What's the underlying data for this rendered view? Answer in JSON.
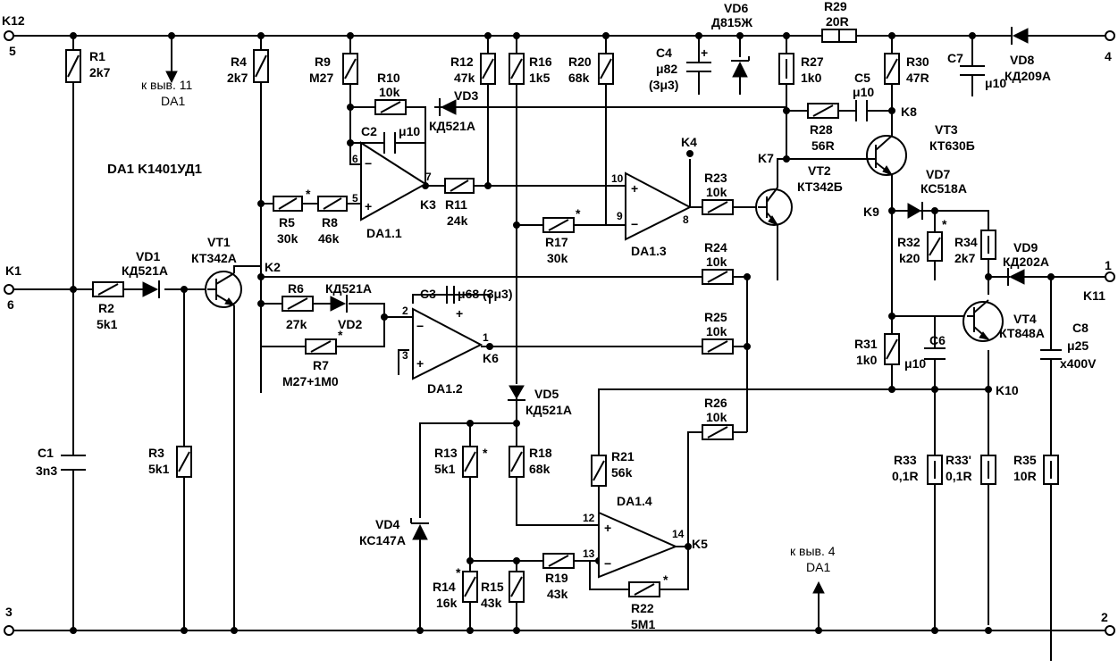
{
  "terminals": {
    "t5": {
      "name": "K12",
      "num": "5"
    },
    "t6": {
      "name": "K1",
      "num": "6"
    },
    "t3": {
      "name": "",
      "num": "3"
    },
    "t4": {
      "name": "",
      "num": "4"
    },
    "t1": {
      "name": "K11",
      "num": "1"
    },
    "t2": {
      "name": "",
      "num": "2"
    }
  },
  "notes": {
    "pin11_a": "к выв. 11",
    "pin11_b": "DA1",
    "pin4_a": "к выв. 4",
    "pin4_b": "DA1",
    "ic": "DA1  K1401УД1"
  },
  "resistors": {
    "R1": {
      "ref": "R1",
      "val": "2k7"
    },
    "R2": {
      "ref": "R2",
      "val": "5k1"
    },
    "R3": {
      "ref": "R3",
      "val": "5k1"
    },
    "R4": {
      "ref": "R4",
      "val": "2k7"
    },
    "R5": {
      "ref": "R5",
      "val": "30k"
    },
    "R6": {
      "ref": "R6",
      "val": "27k"
    },
    "R7": {
      "ref": "R7",
      "val": "M27+1M0"
    },
    "R8": {
      "ref": "R8",
      "val": "46k"
    },
    "R9": {
      "ref": "R9",
      "val": "M27"
    },
    "R10": {
      "ref": "R10",
      "val": "10k"
    },
    "R11": {
      "ref": "R11",
      "val": "24k"
    },
    "R12": {
      "ref": "R12",
      "val": "47k"
    },
    "R13": {
      "ref": "R13",
      "val": "5k1"
    },
    "R14": {
      "ref": "R14",
      "val": "16k"
    },
    "R15": {
      "ref": "R15",
      "val": "43k"
    },
    "R16": {
      "ref": "R16",
      "val": "1k5"
    },
    "R17": {
      "ref": "R17",
      "val": "30k"
    },
    "R18": {
      "ref": "R18",
      "val": "68k"
    },
    "R19": {
      "ref": "R19",
      "val": "43k"
    },
    "R20": {
      "ref": "R20",
      "val": "68k"
    },
    "R21": {
      "ref": "R21",
      "val": "56k"
    },
    "R22": {
      "ref": "R22",
      "val": "5M1"
    },
    "R23": {
      "ref": "R23",
      "val": "10k"
    },
    "R24": {
      "ref": "R24",
      "val": "10k"
    },
    "R25": {
      "ref": "R25",
      "val": "10k"
    },
    "R26": {
      "ref": "R26",
      "val": "10k"
    },
    "R27": {
      "ref": "R27",
      "val": "1k0"
    },
    "R28": {
      "ref": "R28",
      "val": "56R"
    },
    "R29": {
      "ref": "R29",
      "val": "20R"
    },
    "R30": {
      "ref": "R30",
      "val": "47R"
    },
    "R31": {
      "ref": "R31",
      "val": "1k0"
    },
    "R32": {
      "ref": "R32",
      "val": "k20"
    },
    "R33": {
      "ref": "R33",
      "val": "0,1R"
    },
    "R33b": {
      "ref": "R33'",
      "val": "0,1R"
    },
    "R34": {
      "ref": "R34",
      "val": "2k7"
    },
    "R35": {
      "ref": "R35",
      "val": "10R"
    }
  },
  "capacitors": {
    "C1": {
      "ref": "C1",
      "val": "3n3"
    },
    "C2": {
      "ref": "C2",
      "val": "μ10"
    },
    "C3": {
      "ref": "C3",
      "val": "μ68 (3μ3)"
    },
    "C4": {
      "ref": "C4",
      "val": "μ82",
      "val2": "(3μ3)"
    },
    "C5": {
      "ref": "C5",
      "val": "μ10"
    },
    "C6": {
      "ref": "C6",
      "val": "μ10"
    },
    "C7": {
      "ref": "C7",
      "val": "μ10"
    },
    "C8": {
      "ref": "C8",
      "val": "μ25",
      "val2": "x400V"
    }
  },
  "diodes": {
    "VD1": {
      "ref": "VD1",
      "val": "КД521А"
    },
    "VD2": {
      "ref": "VD2",
      "val": "КД521А"
    },
    "VD3": {
      "ref": "VD3",
      "val": "КД521А"
    },
    "VD4": {
      "ref": "VD4",
      "val": "КС147А"
    },
    "VD5": {
      "ref": "VD5",
      "val": "КД521А"
    },
    "VD6": {
      "ref": "VD6",
      "val": "Д815Ж"
    },
    "VD7": {
      "ref": "VD7",
      "val": "КС518А"
    },
    "VD8": {
      "ref": "VD8",
      "val": "КД209А"
    },
    "VD9": {
      "ref": "VD9",
      "val": "КД202А"
    }
  },
  "transistors": {
    "VT1": {
      "ref": "VT1",
      "val": "КТ342А"
    },
    "VT2": {
      "ref": "VT2",
      "val": "КТ342Б"
    },
    "VT3": {
      "ref": "VT3",
      "val": "КТ630Б"
    },
    "VT4": {
      "ref": "VT4",
      "val": "КТ848А"
    }
  },
  "opamps": {
    "DA11": {
      "ref": "DA1.1",
      "pins": [
        "6",
        "5",
        "7"
      ]
    },
    "DA12": {
      "ref": "DA1.2",
      "pins": [
        "2",
        "3",
        "1"
      ]
    },
    "DA13": {
      "ref": "DA1.3",
      "pins": [
        "10",
        "9",
        "8"
      ]
    },
    "DA14": {
      "ref": "DA1.4",
      "pins": [
        "12",
        "13",
        "14"
      ]
    }
  },
  "points": {
    "K2": "K2",
    "K3": "K3",
    "K4": "K4",
    "K5": "K5",
    "K6": "K6",
    "K7": "K7",
    "K8": "K8",
    "K9": "K9",
    "K10": "K10"
  },
  "marks": {
    "star": "*",
    "plus": "+",
    "minus": "−"
  }
}
